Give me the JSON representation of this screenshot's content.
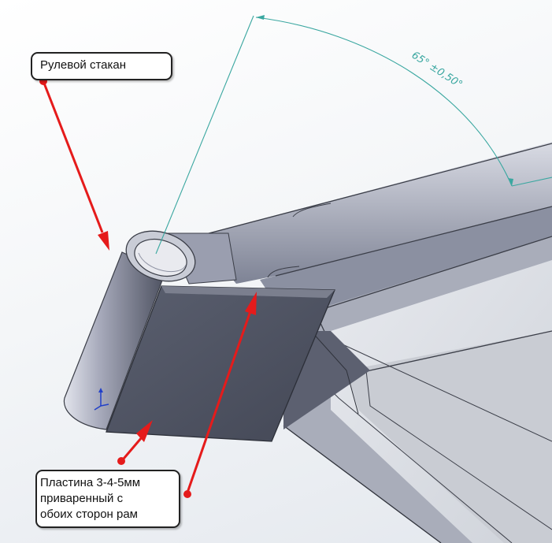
{
  "callouts": {
    "steering_head": "Рулевой стакан",
    "plate_line1": "Пластина 3-4-5мм",
    "plate_line2": "приваренный с",
    "plate_line3": "обоих сторон рам"
  },
  "dimension": {
    "angle_label": "65° ±0,50°"
  },
  "colors": {
    "arrow": "#e51b1b",
    "dimension": "#3aa7a0",
    "metal_dark": "#4f5463",
    "metal_light": "#b9bdc9"
  }
}
